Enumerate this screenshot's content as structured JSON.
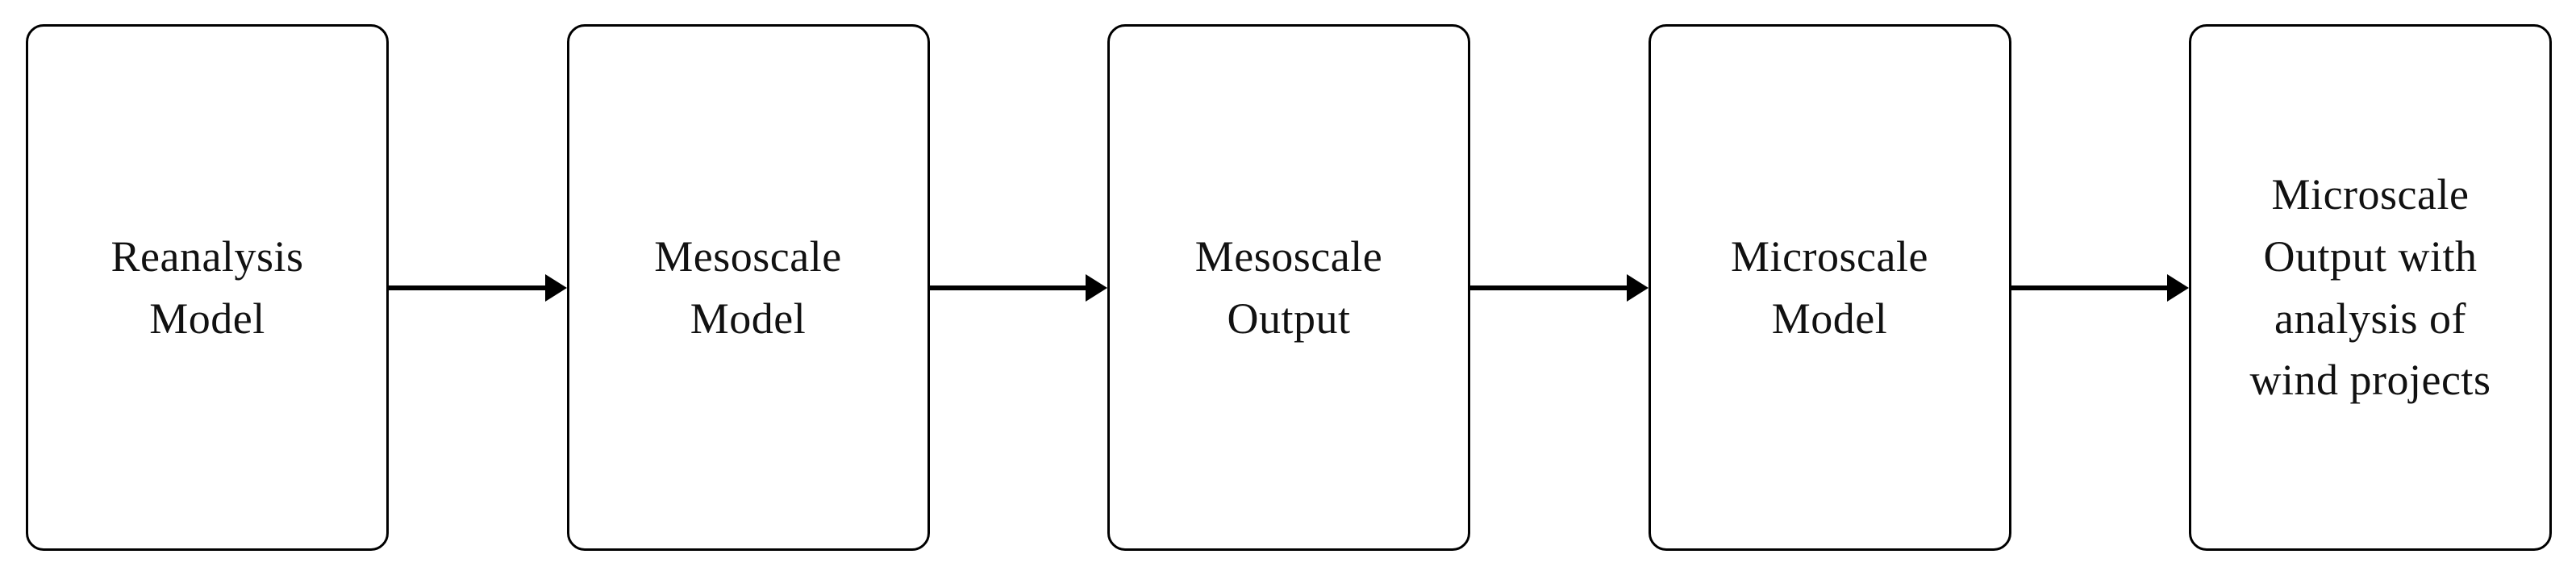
{
  "diagram": {
    "title": "Wind modelling chain flowchart",
    "background_color": "#ffffff",
    "stroke_color": "#000000",
    "text_color": "#111111",
    "nodes": [
      {
        "id": "reanalysis-model",
        "label": "Reanalysis\nModel"
      },
      {
        "id": "mesoscale-model",
        "label": "Mesoscale\nModel"
      },
      {
        "id": "mesoscale-output",
        "label": "Mesoscale\nOutput"
      },
      {
        "id": "microscale-model",
        "label": "Microscale\nModel"
      },
      {
        "id": "microscale-output",
        "label": "Microscale\nOutput with\nanalysis of\nwind projects"
      }
    ],
    "connectors": [
      {
        "from": "reanalysis-model",
        "to": "mesoscale-model",
        "type": "arrow-right"
      },
      {
        "from": "mesoscale-model",
        "to": "mesoscale-output",
        "type": "arrow-right"
      },
      {
        "from": "mesoscale-output",
        "to": "microscale-model",
        "type": "arrow-right"
      },
      {
        "from": "microscale-model",
        "to": "microscale-output",
        "type": "arrow-right"
      }
    ]
  }
}
